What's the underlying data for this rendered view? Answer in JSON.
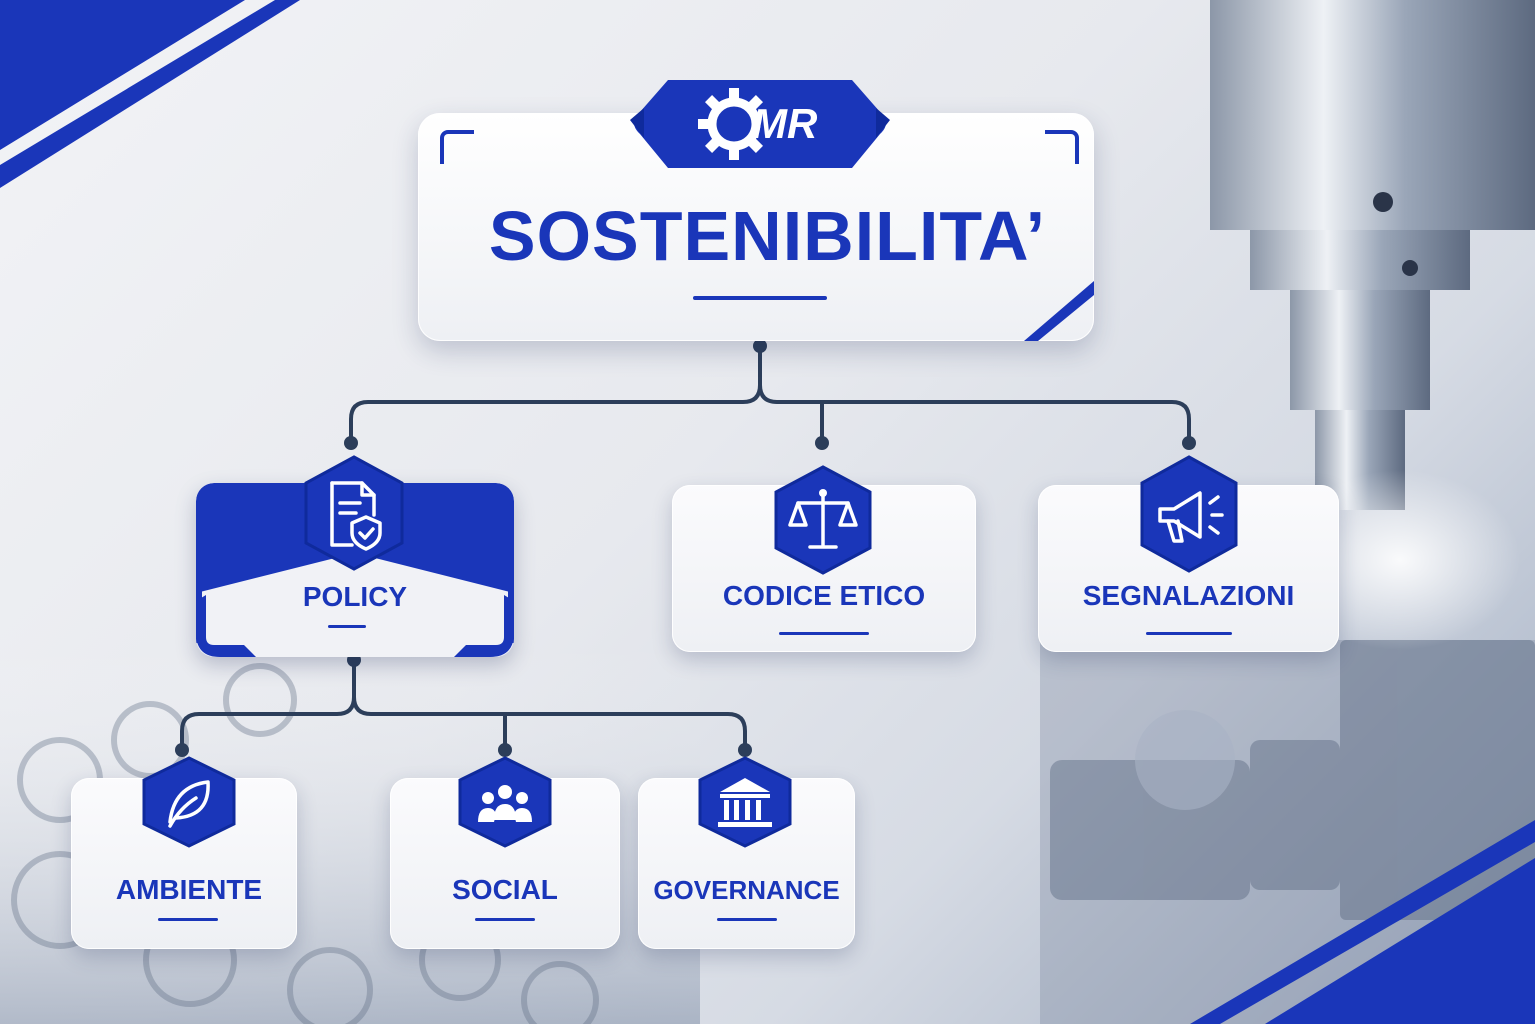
{
  "diagram": {
    "root": {
      "title": "SOSTENIBILITA’",
      "logo_text": "MR",
      "logo_icon": "gear-icon"
    },
    "level1": [
      {
        "id": "policy",
        "label": "POLICY",
        "icon": "document-shield-icon"
      },
      {
        "id": "codice-etico",
        "label": "CODICE ETICO",
        "icon": "scales-icon"
      },
      {
        "id": "segnalazioni",
        "label": "SEGNALAZIONI",
        "icon": "megaphone-icon"
      }
    ],
    "level2": [
      {
        "id": "ambiente",
        "label": "AMBIENTE",
        "icon": "leaf-icon"
      },
      {
        "id": "social",
        "label": "SOCIAL",
        "icon": "people-icon"
      },
      {
        "id": "governance",
        "label": "GOVERNANCE",
        "icon": "building-icon"
      }
    ],
    "colors": {
      "accent": "#1a36b9",
      "accent_dark": "#0f2a9c",
      "connector": "#2c3e5a",
      "card": "#f4f5f8"
    }
  }
}
